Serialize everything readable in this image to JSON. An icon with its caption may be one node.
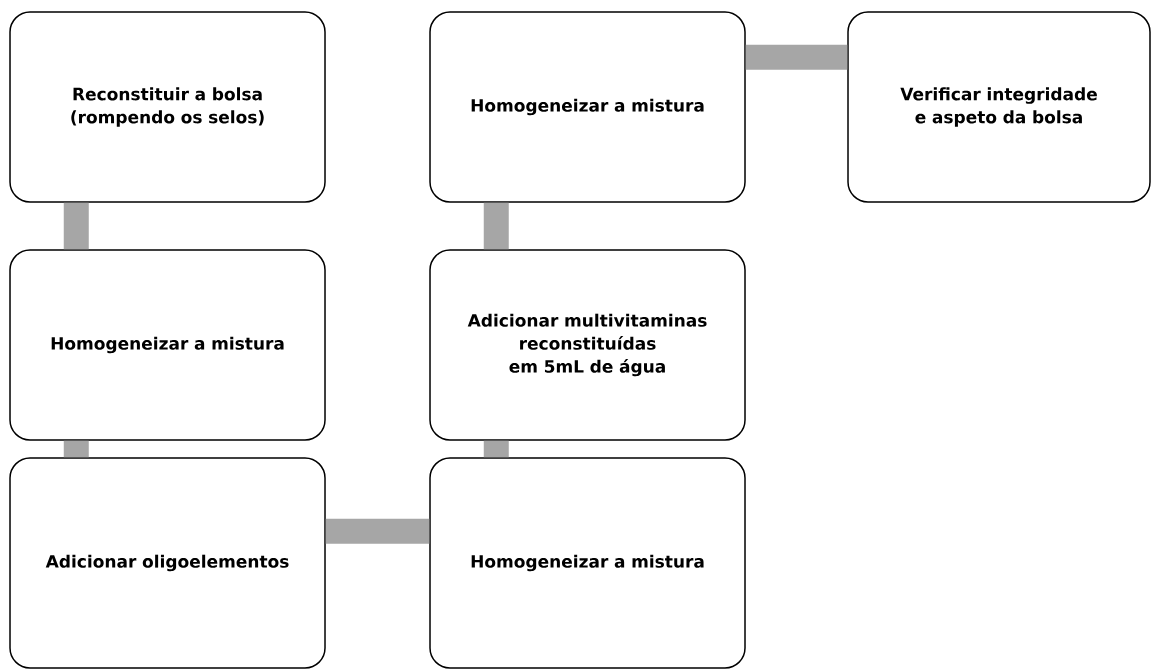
{
  "diagram": {
    "nodes": [
      {
        "text": [
          "Reconstituir a bolsa (rompendo os selos)"
        ]
      },
      {
        "text": [
          "Homogeneizar a mistura"
        ]
      },
      {
        "text": [
          "Adicionar oligoelementos"
        ]
      },
      {
        "text": [
          "Homogeneizar a mistura"
        ]
      },
      {
        "text": [
          "Adicionar multivitaminas reconstituídas em 5mL de água"
        ]
      },
      {
        "text": [
          "Homogeneizar a mistura"
        ]
      },
      {
        "text": [
          "Verificar integridade e aspeto da bolsa"
        ]
      }
    ],
    "edges": [
      {
        "from": 0,
        "to": 1,
        "arrow": "none"
      },
      {
        "from": 1,
        "to": 2,
        "arrow": "none"
      },
      {
        "from": 2,
        "to": 3,
        "arrow": "none"
      },
      {
        "from": 3,
        "to": 4,
        "arrow": "none"
      },
      {
        "from": 4,
        "to": 5,
        "arrow": "none"
      },
      {
        "from": 5,
        "to": 6,
        "arrow": "none"
      }
    ]
  }
}
